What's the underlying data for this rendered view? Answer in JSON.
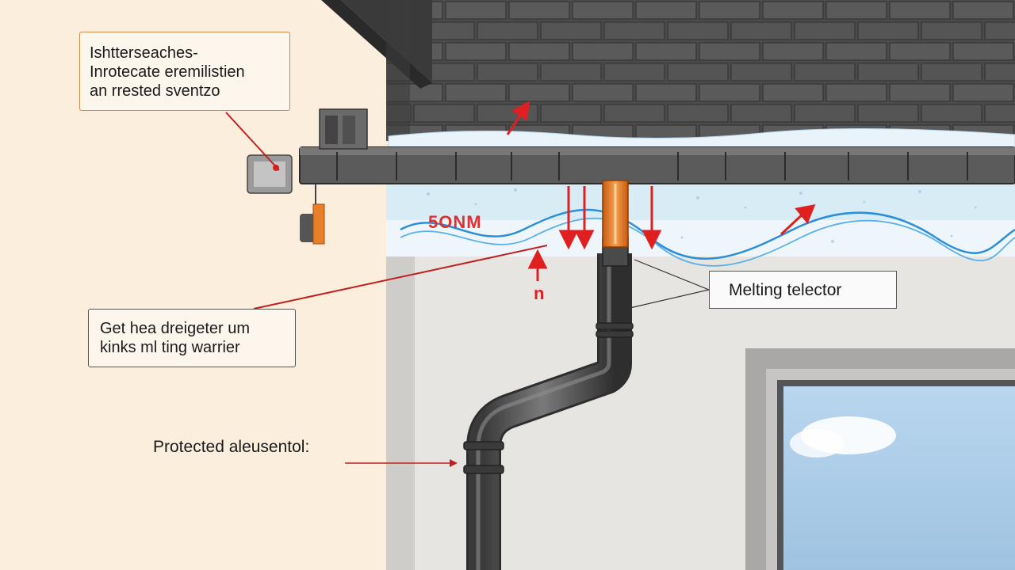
{
  "callouts": {
    "top": {
      "line1": "Ishtterseaches-",
      "line2": "Inrotecate eremilistien",
      "line3": "an rrested sventzo"
    },
    "middle": {
      "line1": "Get hea dreigeter um",
      "line2": "kinks ml ting warrier"
    },
    "melting": "Melting telector",
    "protected": "Protected aleusentol:"
  },
  "markers": {
    "temperature": "5ONM",
    "arrow_label": "n"
  },
  "colors": {
    "background": "#fbeedd",
    "roof": "#4a4a4a",
    "gutter": "#555555",
    "ice": "#d8ecf6",
    "heat_cable": "#2a8fd6",
    "arrow": "#e02020",
    "heater": "#e8802a"
  }
}
